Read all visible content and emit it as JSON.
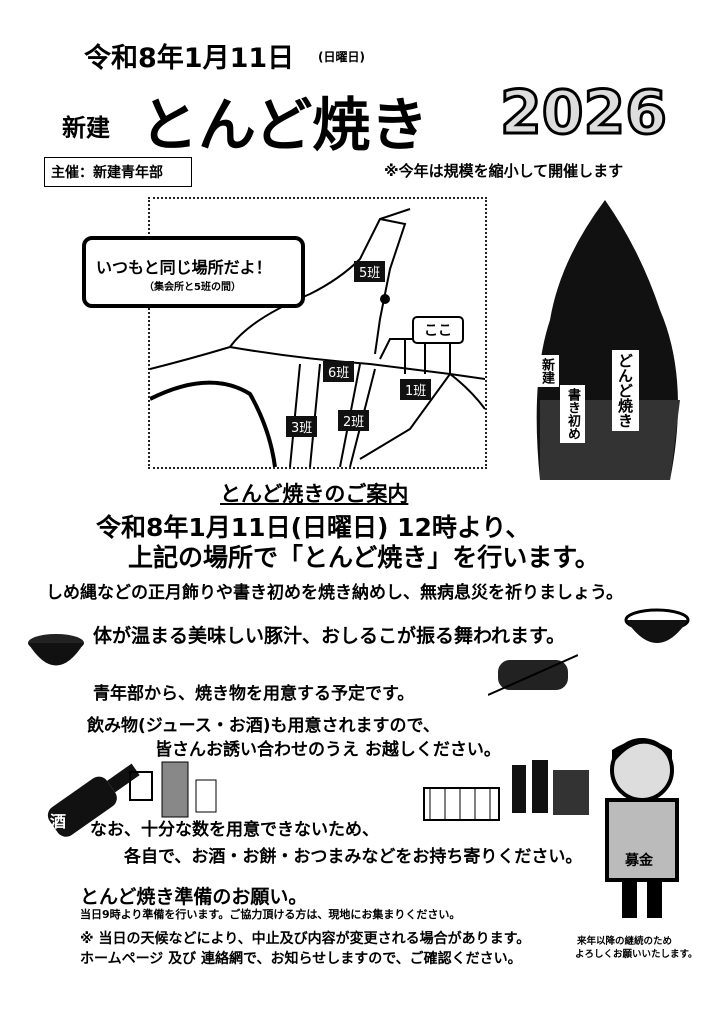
{
  "header": {
    "date": "令和8年1月11日",
    "weekday": "(日曜日)",
    "area": "新建",
    "title": "とんど焼き",
    "year": "2026",
    "organizer": "主催：新建青年部",
    "notice": "※今年は規模を縮小して開催します"
  },
  "map": {
    "callout_main": "いつもと同じ場所だよ！",
    "callout_sub": "（集会所と5班の間）",
    "here": "ここ",
    "groups": [
      "5班",
      "6班",
      "1班",
      "3班",
      "2班"
    ]
  },
  "bonfire": {
    "signs": [
      "新建",
      "どんど焼き",
      "書き初め"
    ]
  },
  "guide": {
    "heading": "とんど焼きのご案内",
    "line1": "令和8年1月11日(日曜日) 12時より、",
    "line2": "上記の場所で「とんど焼き」を行います。",
    "line3": "しめ縄などの正月飾りや書き初めを焼き納めし、無病息災を祈りましょう。",
    "line4": "体が温まる美味しい豚汁、おしるこが振る舞われます。",
    "line5": "青年部から、焼き物を用意する予定です。",
    "line6": "飲み物(ジュース・お酒)も用意されますので、",
    "line7": "皆さんお誘い合わせのうえ お越しください。",
    "line8": "なお、十分な数を用意できないため、",
    "line9": "各自で、お酒・お餅・おつまみなどをお持ち寄りください。"
  },
  "prep": {
    "heading": "とんど焼き準備のお願い。",
    "detail": "当日9時より準備を行います。ご協力頂ける方は、現地にお集まりください。",
    "note1": "※ 当日の天候などにより、中止及び内容が変更される場合があります。",
    "note2": "ホームページ 及び 連絡網で、お知らせしますので、ご確認ください。"
  },
  "donation": {
    "box_label": "募金",
    "caption1": "来年以降の継続のため",
    "caption2": "よろしくお願いいたします。"
  },
  "sake_label": "酒"
}
